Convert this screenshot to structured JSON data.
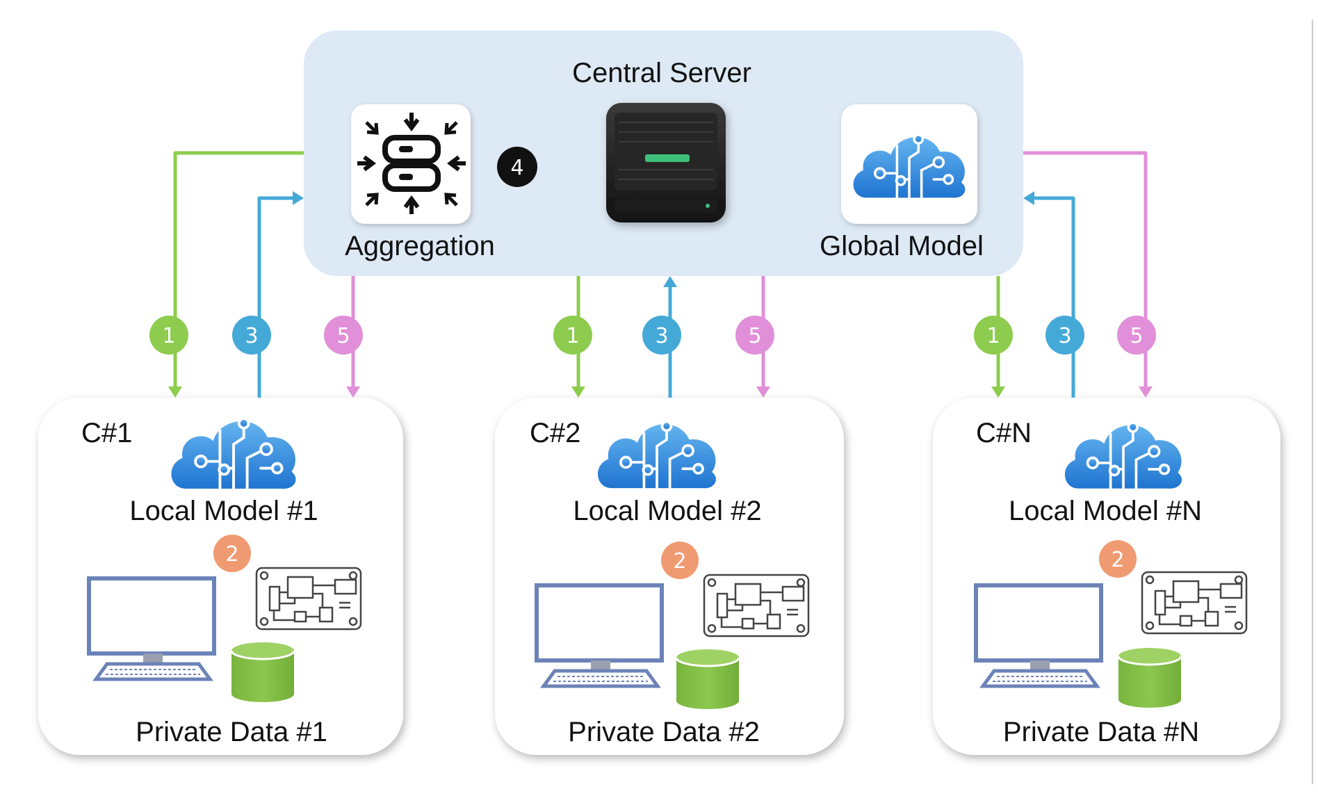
{
  "server": {
    "title": "Central Server",
    "aggregation_label": "Aggregation",
    "global_model_label": "Global Model",
    "aggregation_step": "4"
  },
  "clients": [
    {
      "id": "C#1",
      "model_label": "Local Model #1",
      "data_label": "Private Data #1",
      "train_step": "2"
    },
    {
      "id": "C#2",
      "model_label": "Local Model #2",
      "data_label": "Private Data #2",
      "train_step": "2"
    },
    {
      "id": "C#N",
      "model_label": "Local Model #N",
      "data_label": "Private Data #N",
      "train_step": "2"
    }
  ],
  "steps": {
    "distribute": "1",
    "upload": "3",
    "update": "5"
  },
  "colors": {
    "server_bg": "#dde9f5",
    "distribute": "#8dcc4e",
    "upload": "#45a9d8",
    "update": "#e08fd8",
    "train": "#f09a72",
    "aggregation_badge": "#111111",
    "cloud": "#2e86db",
    "database": "#86c04a",
    "monitor": "#6c83b8"
  },
  "icons": [
    "aggregation-icon",
    "server-hardware-icon",
    "cloud-ai-icon",
    "computer-icon",
    "circuit-board-icon",
    "database-icon"
  ]
}
